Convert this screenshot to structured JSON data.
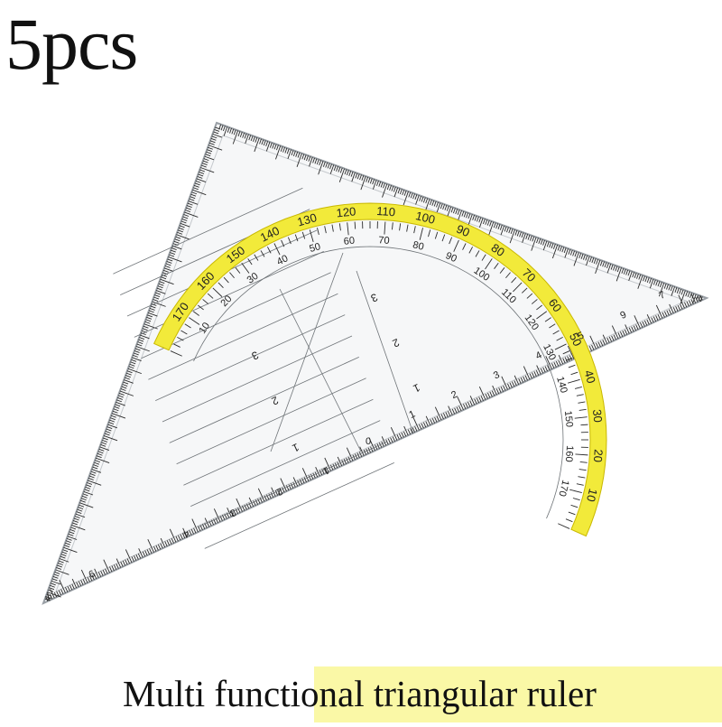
{
  "title": "5pcs",
  "caption": "Multi functional triangular ruler",
  "colors": {
    "ruler_edge": "#9aa0a6",
    "tick": "#2b2b2b",
    "highlight": "#f2ea3a",
    "highlight_edge": "#c9b800",
    "caption_band": "#faf8a6"
  },
  "protractor": {
    "outer_labels": [
      "10",
      "20",
      "30",
      "40",
      "50",
      "60",
      "70",
      "80",
      "90",
      "100",
      "110",
      "120",
      "130",
      "140",
      "150",
      "160",
      "170"
    ],
    "inner_labels": [
      "170",
      "160",
      "150",
      "140",
      "130",
      "120",
      "110",
      "100",
      "90",
      "80",
      "70",
      "60",
      "50",
      "40",
      "30",
      "20",
      "10"
    ],
    "center_label": "0"
  },
  "scale_labels": {
    "bottom_left": [
      "1",
      "2",
      "3",
      "4"
    ],
    "bottom_right": [
      "1",
      "2",
      "3",
      "4",
      "5"
    ],
    "left_edge": [
      "9",
      "7"
    ],
    "right_edge": [
      "9",
      "7"
    ],
    "grid_left": [
      "1",
      "2",
      "3"
    ],
    "grid_right": [
      "1",
      "2",
      "3"
    ]
  }
}
